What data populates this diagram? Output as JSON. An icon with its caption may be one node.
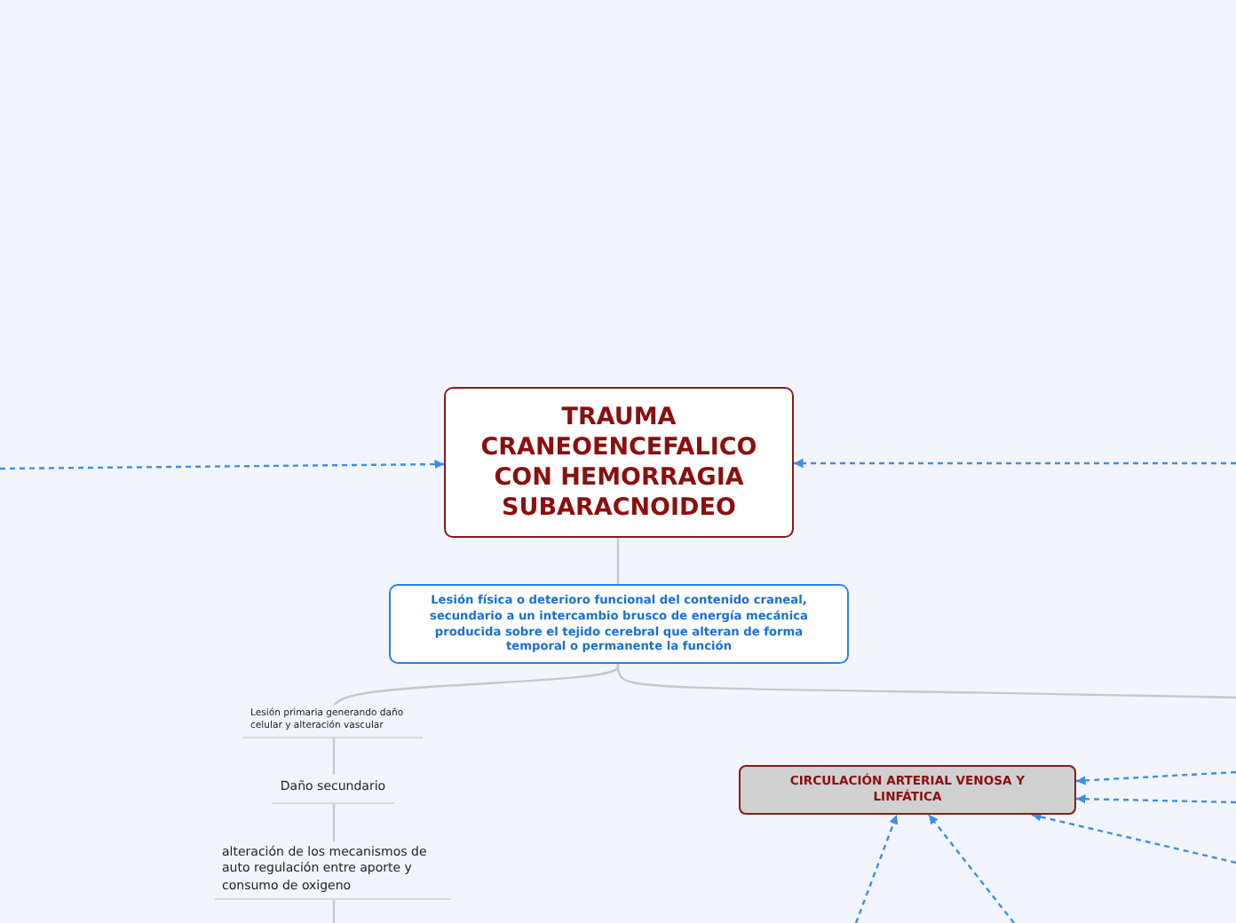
{
  "diagram": {
    "nodes": [
      {
        "text": [
          "TRAUMA CRANEOENCEFALICO CON HEMORRAGIA SUBARACNOIDEO"
        ]
      },
      {
        "text": [
          "Lesión física o deterioro funcional del contenido craneal, secundario a un intercambio brusco de energía mecánica producida sobre el tejido cerebral que alteran de forma temporal o permanente la función"
        ]
      },
      {
        "text": [
          "Lesión primaria generando daño celular y alteración vascular"
        ]
      },
      {
        "text": [
          "Daño secundario"
        ]
      },
      {
        "text": [
          "alteración de los mecanismos de auto regulación entre aporte y consumo de oxigeno"
        ]
      },
      {
        "text": [
          "CIRCULACIÓN ARTERIAL VENOSA Y LINFÁTICA"
        ]
      }
    ],
    "edges": [
      {
        "from": 0,
        "to": 1,
        "arrow": "none",
        "color": "#c4c7cf"
      },
      {
        "from": 1,
        "to": 2,
        "arrow": "none",
        "color": "#c4c7cf"
      },
      {
        "from": 1,
        "to": null,
        "arrow": "none",
        "color": "#c4c7cf"
      },
      {
        "from": 2,
        "to": 3,
        "arrow": "none",
        "color": "#c4c7cf"
      },
      {
        "from": 3,
        "to": 4,
        "arrow": "none",
        "color": "#c4c7cf"
      },
      {
        "from": 4,
        "to": null,
        "arrow": "none",
        "color": "#c4c7cf"
      },
      {
        "from": null,
        "to": 0,
        "arrow": "to",
        "style": "dashed"
      },
      {
        "from": null,
        "to": 0,
        "arrow": "to",
        "style": "dashed"
      },
      {
        "from": null,
        "to": 5,
        "arrow": "to",
        "style": "dashed"
      },
      {
        "from": null,
        "to": 5,
        "arrow": "to",
        "style": "dashed"
      },
      {
        "from": null,
        "to": 5,
        "arrow": "to",
        "style": "dashed"
      },
      {
        "from": null,
        "to": 5,
        "arrow": "to",
        "style": "dashed"
      },
      {
        "from": null,
        "to": 5,
        "arrow": "to",
        "style": "dashed"
      }
    ]
  }
}
